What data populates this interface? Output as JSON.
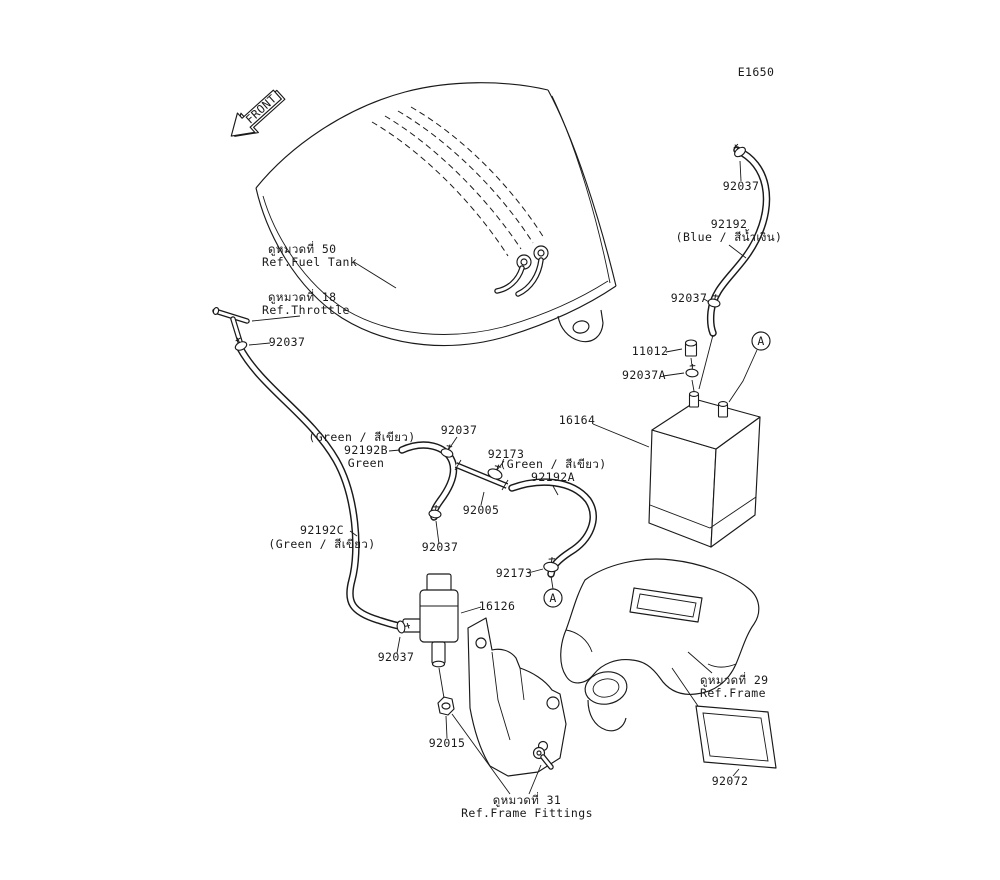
{
  "drawing": {
    "code": "E1650",
    "front_label": "FRONT",
    "connector_marker": "A"
  },
  "references": {
    "fuel_tank": {
      "thai": "ดูหมวดที่ 50",
      "en": "Ref.Fuel Tank"
    },
    "throttle": {
      "thai": "ดูหมวดที่ 18",
      "en": "Ref.Throttle"
    },
    "frame": {
      "thai": "ดูหมวดที่ 29",
      "en": "Ref.Frame"
    },
    "frame_fittings": {
      "thai": "ดูหมวดที่ 31",
      "en": "Ref.Frame Fittings"
    }
  },
  "parts": {
    "clamp_hose_blue_top": "92037",
    "hose_blue": "92192",
    "hose_blue_color": "(Blue / สีน้ำเงิน)",
    "clamp_hose_blue_bottom": "92037",
    "cap": "11012",
    "clamp_canister": "92037A",
    "canister": "16164",
    "clamp_throttle_hose": "92037",
    "hose_green_b_color": "(Green / สีเขียว)",
    "hose_green_b": "92192B",
    "hose_green_b_color_en": "Green",
    "clamp_hose_b_top": "92037",
    "joint_upper": "92173",
    "pipe": "92005",
    "hose_green_a_color": "(Green / สีเขียว)",
    "hose_green_a": "92192A",
    "hose_green_c": "92192C",
    "hose_green_c_color": "(Green / สีเขียว)",
    "clamp_hose_b_bottom": "92037",
    "joint_lower": "92173",
    "valve": "16126",
    "clamp_valve_hose": "92037",
    "nut": "92015",
    "damper": "92072"
  }
}
